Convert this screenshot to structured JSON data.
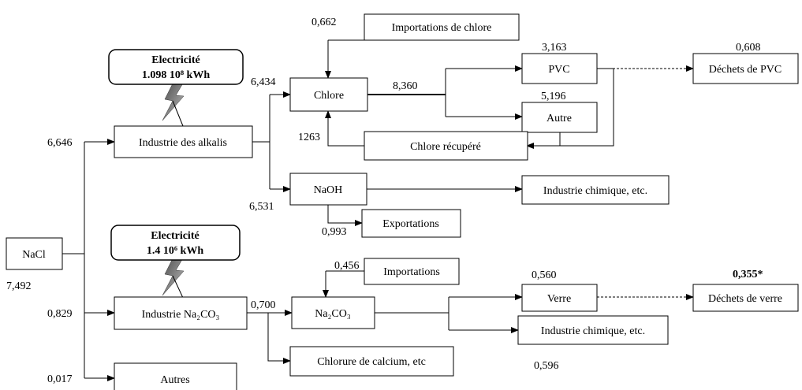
{
  "nodes": {
    "nacl": "NaCl",
    "alkalis": "Industrie des alkalis",
    "na2co3_industry": "Industrie Na₂CO₃",
    "autres_nacl": "Autres",
    "chlore": "Chlore",
    "importations_chlore": "Importations de chlore",
    "pvc": "PVC",
    "autre": "Autre",
    "chlore_recupere": "Chlore récupéré",
    "dechets_pvc": "Déchets de PVC",
    "naoh": "NaOH",
    "industrie_chimique_naoh": "Industrie chimique, etc.",
    "exportations": "Exportations",
    "importations": "Importations",
    "na2co3": "Na₂CO₃",
    "verre": "Verre",
    "dechets_verre": "Déchets de verre",
    "industrie_chimique_na2co3": "Industrie chimique, etc.",
    "chlorure_calcium": "Chlorure de calcium, etc"
  },
  "electricity": {
    "alkalis": {
      "title": "Electricité",
      "value": "1.098 10⁸ kWh"
    },
    "na2co3": {
      "title": "Electricité",
      "value": "1.4 10⁶ kWh"
    }
  },
  "flows": {
    "nacl_total": "7,492",
    "to_alkalis": "6,646",
    "to_na2co3_industry": "0,829",
    "to_autres": "0,017",
    "to_chlore": "6,434",
    "to_naoh": "6,531",
    "chlore_imports": "0,662",
    "chlore_out": "8,360",
    "chlore_recovered": "1263",
    "pvc": "3,163",
    "autre": "5,196",
    "pvc_waste": "0,608",
    "naoh_exports": "0,993",
    "na2co3_prod": "0,700",
    "na2co3_imports": "0,456",
    "verre": "0,560",
    "verre_waste": "0,355*",
    "na2co3_chem": "0,596"
  },
  "colors": {
    "line": "#000000",
    "bolt": "#7a7a7a"
  }
}
